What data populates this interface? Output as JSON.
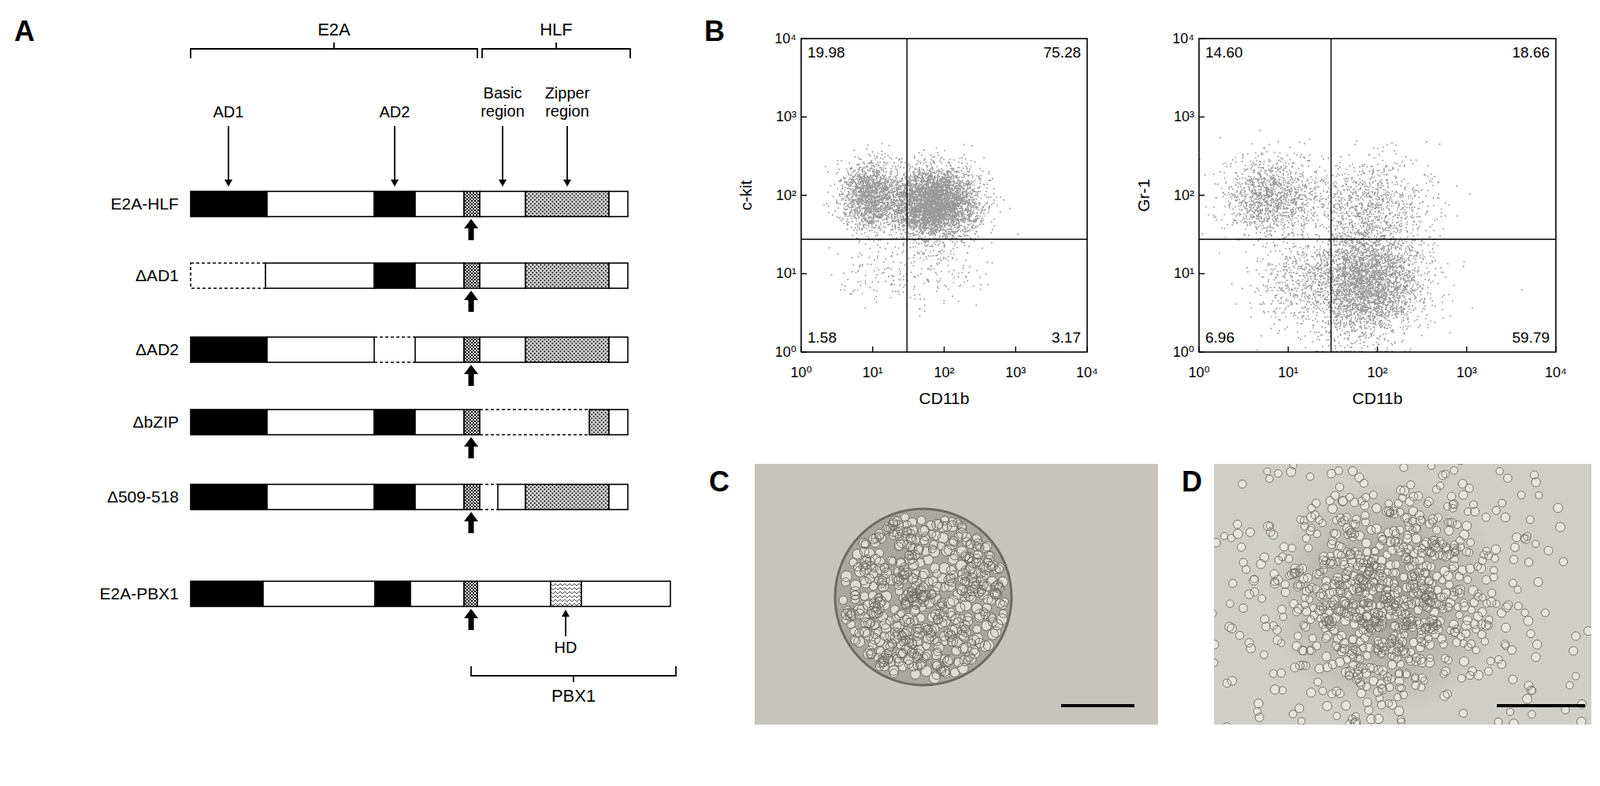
{
  "diagram": {
    "labels": [
      "A",
      "E2A",
      "HLF",
      "AD1",
      "AD2",
      "Basic region",
      "Zipper region",
      "E2A-HLF",
      "ΔAD1",
      "ΔAD2",
      "ΔbZIP",
      "Δ509-518",
      "E2A-PBX1",
      "HD",
      "PBX1",
      "B",
      "10⁴",
      "10³",
      "10²",
      "10¹",
      "10⁰",
      "19.98",
      "75.28",
      "1.58",
      "3.17",
      "c-kit",
      "10⁰",
      "10¹",
      "10²",
      "10³",
      "10⁴",
      "CD11b",
      "10⁴",
      "10³",
      "10²",
      "10¹",
      "10⁰",
      "14.60",
      "18.66",
      "6.96",
      "59.79",
      "Gr-1",
      "10⁰",
      "10¹",
      "10²",
      "10³",
      "10⁴",
      "CD11b",
      "C",
      "D"
    ]
  }
}
